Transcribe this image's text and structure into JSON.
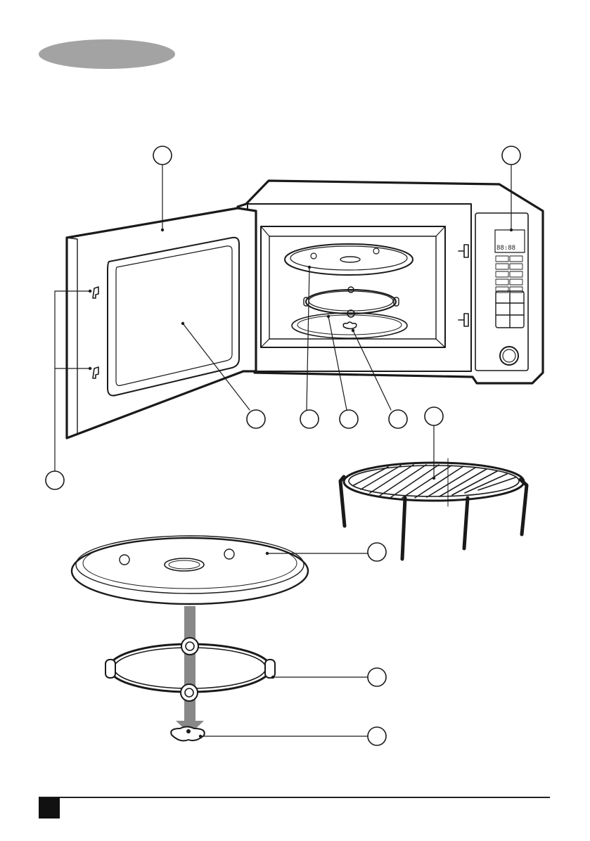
{
  "page": {
    "header_pill_color": "#a3a3a3",
    "line_color": "#1a1a1a"
  },
  "illustration": {
    "subject": "microwave-oven-parts",
    "callouts": [
      {
        "id": "door",
        "label": ""
      },
      {
        "id": "control-panel",
        "label": ""
      },
      {
        "id": "door-latches",
        "label": ""
      },
      {
        "id": "door-window",
        "label": ""
      },
      {
        "id": "glass-turntable",
        "label": ""
      },
      {
        "id": "roller-ring",
        "label": ""
      },
      {
        "id": "turntable-coupler",
        "label": ""
      },
      {
        "id": "grill-rack",
        "label": ""
      },
      {
        "id": "turntable-detail",
        "label": ""
      },
      {
        "id": "roller-ring-detail",
        "label": ""
      },
      {
        "id": "coupler-detail",
        "label": ""
      }
    ]
  }
}
